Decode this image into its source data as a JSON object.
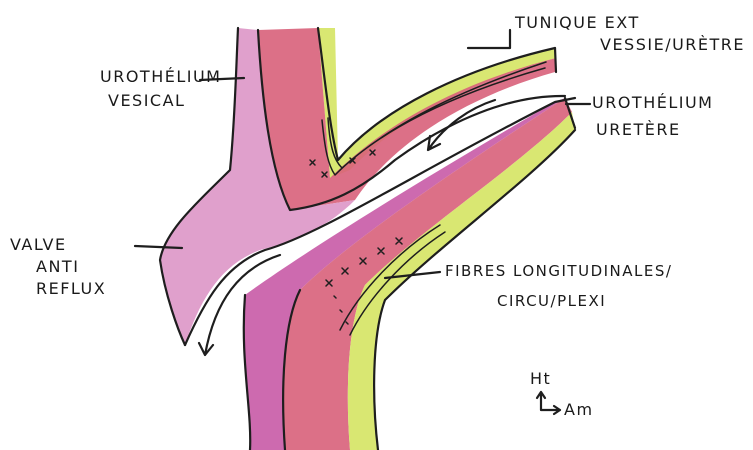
{
  "labels": {
    "urothelium_vesical_1": "UROTHÉLIUM",
    "urothelium_vesical_2": "VESICAL",
    "tunique_ext_1": "TUNIQUE EXT",
    "tunique_ext_2": "VESSIE/URÈTRE",
    "urothelium_uretere_1": "UROTHÉLIUM",
    "urothelium_uretere_2": "URETÈRE",
    "valve_1": "VALVE",
    "valve_2": "ANTI",
    "valve_3": "REFLUX",
    "fibres_1": "FIBRES LONGITUDINALES/",
    "fibres_2": "CIRCU/PLEXI",
    "orientation_up": "Ht",
    "orientation_right": "Am"
  },
  "colors": {
    "bladder_wall_pink": "#d98fbf",
    "muscle_red": "#d8607a",
    "outer_tunic_green": "#d7e66a",
    "mucosa_magenta": "#c85aa6",
    "ink": "#1e1e1e"
  }
}
